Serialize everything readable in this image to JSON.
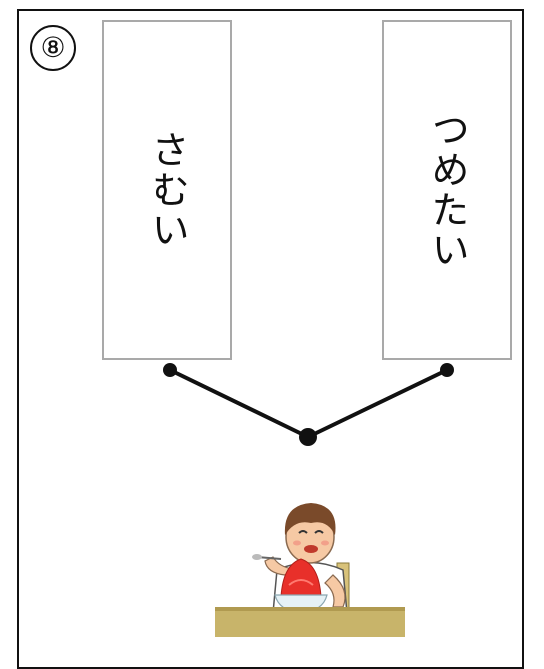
{
  "number_badge": "⑧",
  "cards": {
    "left": "さむい",
    "right": "つめたい"
  },
  "illustration": {
    "description_icon": "boy-eating-shaved-ice-icon",
    "colors": {
      "table": "#c8b46a",
      "ice": "#e8302a",
      "bowl": "#e6f2f6",
      "hair": "#7a4a2a",
      "skin": "#f6c9a4",
      "shirt": "#ffffff"
    }
  },
  "colors": {
    "card_border": "#a9a9a9",
    "line": "#111111"
  }
}
